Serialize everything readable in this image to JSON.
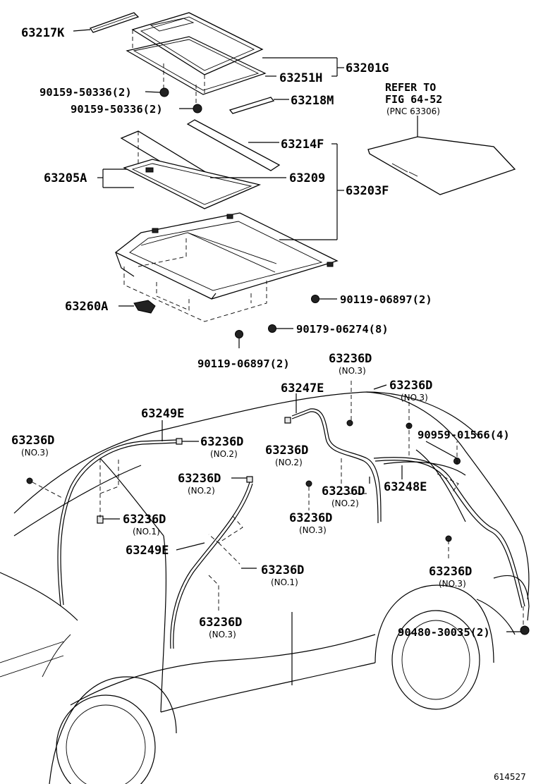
{
  "labels": {
    "p63217K": "63217K",
    "p63201G": "63201G",
    "p63251H": "63251H",
    "p90159a": "90159-50336(2)",
    "p90159b": "90159-50336(2)",
    "p63218M": "63218M",
    "refer1": "REFER TO",
    "refer2": "FIG 64-52",
    "refer3": "(PNC 63306)",
    "p63214F": "63214F",
    "p63205A": "63205A",
    "p63209": "63209",
    "p63203F": "63203F",
    "p63260A": "63260A",
    "p90119a": "90119-06897(2)",
    "p90179": "90179-06274(8)",
    "p90119b": "90119-06897(2)",
    "p63236D_top": "63236D",
    "sub_top": "(NO.3)",
    "p63247E": "63247E",
    "p63236D_tr": "63236D",
    "sub_tr": "(NO.3)",
    "p63249E_a": "63249E",
    "p90959": "90959-01566(4)",
    "p63236D_l": "63236D",
    "sub_l": "(NO.3)",
    "p63236D_l2": "63236D",
    "sub_l2": "(NO.2)",
    "p63236D_m": "63236D",
    "sub_m": "(NO.2)",
    "p63236D_c": "63236D",
    "sub_c": "(NO.2)",
    "p63248E": "63248E",
    "p63236D_c2": "63236D",
    "sub_c2": "(NO.2)",
    "p63236D_n1": "63236D",
    "sub_n1": "(NO.1)",
    "p63236D_c3": "63236D",
    "sub_c3": "(NO.3)",
    "p63249E_b": "63249E",
    "p63236D_r": "63236D",
    "sub_r": "(NO.3)",
    "p63236D_n1b": "63236D",
    "sub_n1b": "(NO.1)",
    "p90480": "90480-30035(2)",
    "p63236D_b": "63236D",
    "sub_b": "(NO.3)",
    "figure_number": "614527"
  }
}
